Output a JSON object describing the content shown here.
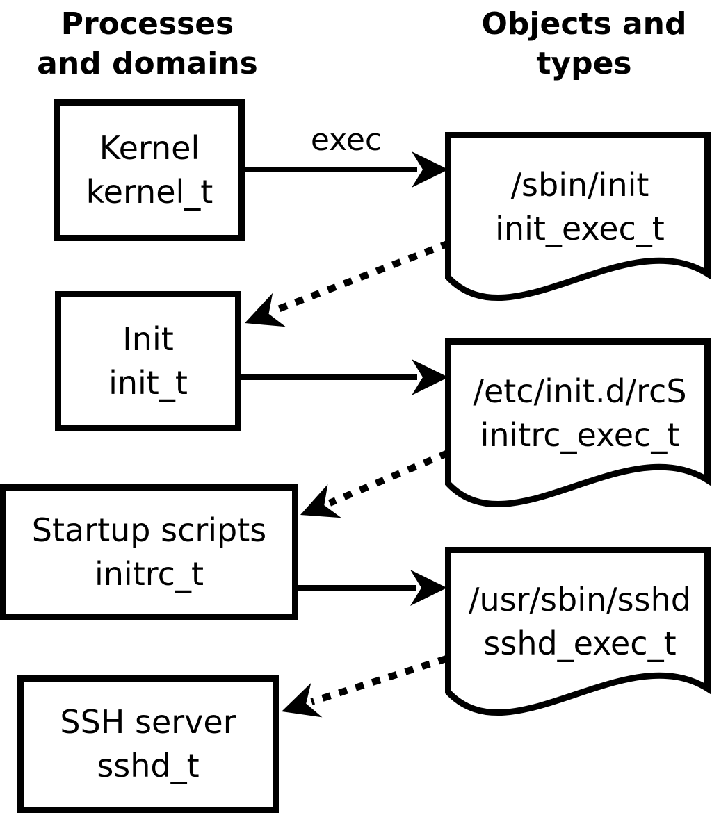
{
  "headers": {
    "left": {
      "line1": "Processes",
      "line2": "and domains"
    },
    "right": {
      "line1": "Objects and",
      "line2": "types"
    }
  },
  "processes": [
    {
      "name": "Kernel",
      "domain": "kernel_t"
    },
    {
      "name": "Init",
      "domain": "init_t"
    },
    {
      "name": "Startup scripts",
      "domain": "initrc_t"
    },
    {
      "name": "SSH server",
      "domain": "sshd_t"
    }
  ],
  "objects": [
    {
      "path": "/sbin/init",
      "type": "init_exec_t"
    },
    {
      "path": "/etc/init.d/rcS",
      "type": "initrc_exec_t"
    },
    {
      "path": "/usr/sbin/sshd",
      "type": "sshd_exec_t"
    }
  ],
  "edges": {
    "exec_label": "exec"
  },
  "colors": {
    "stroke": "#000000",
    "background": "#ffffff"
  }
}
